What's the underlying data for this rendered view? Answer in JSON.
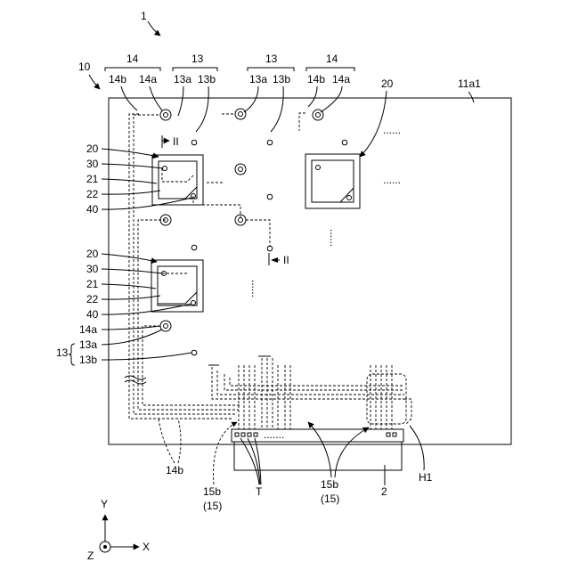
{
  "figure": {
    "number": "1",
    "panel_ref": "10",
    "surface_ref": "11a1",
    "ref_2": "2",
    "ref_H1": "H1",
    "ref_T": "T",
    "axes": {
      "y": "Y",
      "x": "X",
      "z": "Z"
    },
    "section_mark": "II",
    "top_labels": {
      "group_left_14": "14",
      "group_left_13": "13",
      "group_right_13": "13",
      "group_right_14": "14",
      "l14b": "14b",
      "l14a": "14a",
      "l13a_1": "13a",
      "l13b_1": "13b",
      "l13a_2": "13a",
      "l13b_2": "13b",
      "r14b": "14b",
      "r14a": "14a",
      "right_20": "20"
    },
    "left_labels": {
      "g1_20": "20",
      "g1_30": "30",
      "g1_21": "21",
      "g1_22": "22",
      "g1_40": "40",
      "g2_20": "20",
      "g2_30": "30",
      "g2_21": "21",
      "g2_22": "22",
      "g2_40": "40",
      "l14a": "14a",
      "l13": "13",
      "l13a": "13a",
      "l13b": "13b"
    },
    "bottom_labels": {
      "b14b": "14b",
      "b15b_left": "15b",
      "b15_left": "(15)",
      "b15b_right": "15b",
      "b15_right": "(15)"
    }
  }
}
